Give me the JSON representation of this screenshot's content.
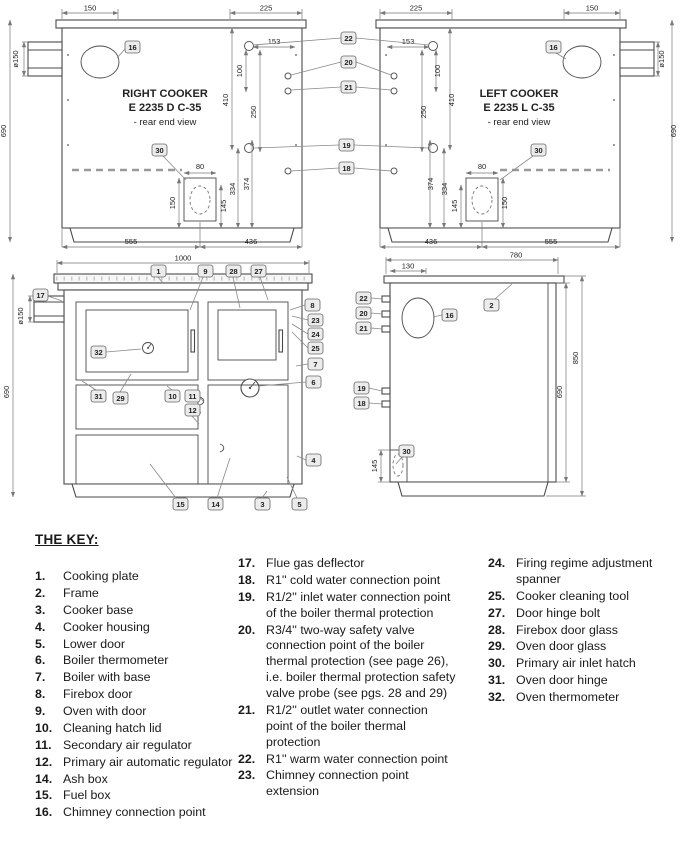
{
  "colors": {
    "line": "#4a4a4a",
    "dim_line": "#777777",
    "badge_fill": "#ececec",
    "text": "#1a1a1a"
  },
  "rear_right_view": {
    "title1": "RIGHT COOKER",
    "title2": "E 2235 D C-35",
    "title3": "- rear end view"
  },
  "rear_left_view": {
    "title1": "LEFT COOKER",
    "title2": "E 2235 L C-35",
    "title3": "- rear end view"
  },
  "dims": {
    "d150": "150",
    "d225": "225",
    "d153": "153",
    "d100": "100",
    "d410": "410",
    "d250": "250",
    "dia150": "ø150",
    "d690": "690",
    "d80": "80",
    "d145": "145",
    "d334": "334",
    "d374": "374",
    "d555": "555",
    "d436": "436",
    "d1000": "1000",
    "d780": "780",
    "d130": "130",
    "d850": "850"
  },
  "callouts": {
    "1": "1",
    "2": "2",
    "3": "3",
    "4": "4",
    "5": "5",
    "6": "6",
    "7": "7",
    "8": "8",
    "9": "9",
    "10": "10",
    "11": "11",
    "12": "12",
    "14": "14",
    "15": "15",
    "16": "16",
    "17": "17",
    "18": "18",
    "19": "19",
    "20": "20",
    "21": "21",
    "22": "22",
    "23": "23",
    "24": "24",
    "25": "25",
    "27": "27",
    "28": "28",
    "29": "29",
    "30": "30",
    "31": "31",
    "32": "32"
  },
  "key": {
    "heading": "THE KEY:",
    "col1": [
      {
        "num": "1.",
        "text": "Cooking plate"
      },
      {
        "num": "2.",
        "text": "Frame"
      },
      {
        "num": "3.",
        "text": "Cooker base"
      },
      {
        "num": "4.",
        "text": "Cooker housing"
      },
      {
        "num": "5.",
        "text": "Lower door"
      },
      {
        "num": "6.",
        "text": "Boiler thermometer"
      },
      {
        "num": "7.",
        "text": "Boiler with base"
      },
      {
        "num": "8.",
        "text": "Firebox door"
      },
      {
        "num": "9.",
        "text": "Oven with door"
      },
      {
        "num": "10.",
        "text": "Cleaning hatch lid"
      },
      {
        "num": "11.",
        "text": "Secondary air regulator"
      },
      {
        "num": "12.",
        "text": "Primary air automatic regulator"
      },
      {
        "num": "14.",
        "text": "Ash box"
      },
      {
        "num": "15.",
        "text": "Fuel box"
      },
      {
        "num": "16.",
        "text": "Chimney connection point"
      }
    ],
    "col2": [
      {
        "num": "17.",
        "text": "Flue gas deflector"
      },
      {
        "num": "18.",
        "text": "R1'' cold water connection point"
      },
      {
        "num": "19.",
        "text": "R1/2'' inlet water connection point of the boiler thermal protection"
      },
      {
        "num": "20.",
        "text": "R3/4'' two-way safety valve connection point of the boiler thermal protection (see page 26), i.e. boiler thermal protection safety valve probe (see pgs. 28 and 29)"
      },
      {
        "num": "21.",
        "text": "R1/2'' outlet water connection point of the boiler thermal protection"
      },
      {
        "num": "22.",
        "text": "R1'' warm water connection point"
      },
      {
        "num": "23.",
        "text": "Chimney connection point extension"
      }
    ],
    "col3": [
      {
        "num": "24.",
        "text": "Firing regime adjustment spanner"
      },
      {
        "num": "25.",
        "text": "Cooker cleaning tool"
      },
      {
        "num": "27.",
        "text": "Door hinge bolt"
      },
      {
        "num": "28.",
        "text": "Firebox door glass"
      },
      {
        "num": "29.",
        "text": "Oven door glass"
      },
      {
        "num": "30.",
        "text": "Primary air inlet hatch"
      },
      {
        "num": "31.",
        "text": "Oven door hinge"
      },
      {
        "num": "32.",
        "text": "Oven thermometer"
      }
    ]
  }
}
